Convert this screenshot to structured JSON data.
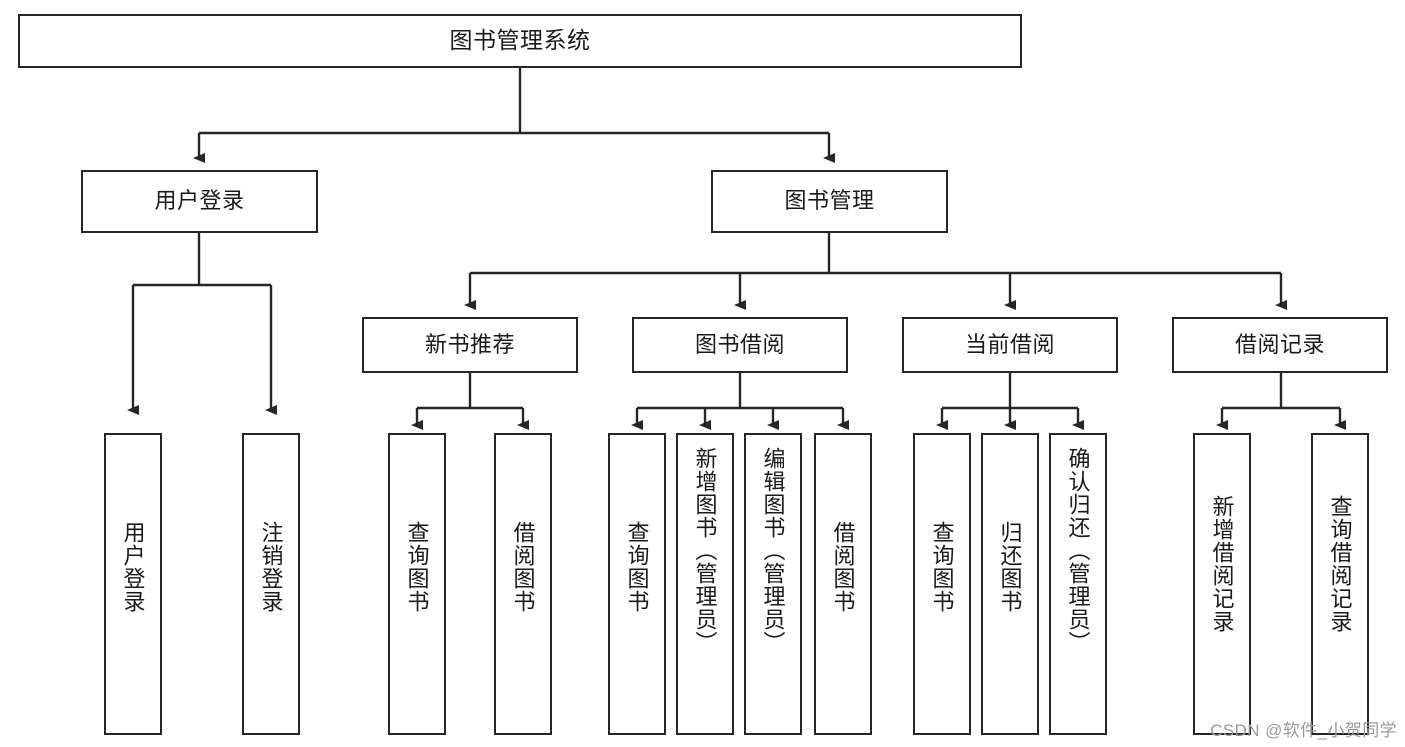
{
  "diagram": {
    "type": "tree-hierarchy",
    "title": "图书管理系统",
    "orientation": "top-down",
    "colors": {
      "box_border": "#262626",
      "box_fill": "#ffffff",
      "connector": "#262626",
      "text": "#1a1a1a",
      "watermark": "#9a9a9a"
    },
    "root": {
      "label": "图书管理系统"
    },
    "level2": [
      {
        "label": "用户登录"
      },
      {
        "label": "图书管理"
      }
    ],
    "level3": [
      {
        "label": "新书推荐"
      },
      {
        "label": "图书借阅"
      },
      {
        "label": "当前借阅"
      },
      {
        "label": "借阅记录"
      }
    ],
    "leaves": {
      "user_login": [
        {
          "label": "用户登录"
        },
        {
          "label": "注销登录"
        }
      ],
      "new_book_recommend": [
        {
          "label": "查询图书"
        },
        {
          "label": "借阅图书"
        }
      ],
      "book_borrow": [
        {
          "label": "查询图书"
        },
        {
          "label": "新增图书（管理员）"
        },
        {
          "label": "编辑图书（管理员）"
        },
        {
          "label": "借阅图书"
        }
      ],
      "current_borrow": [
        {
          "label": "查询图书"
        },
        {
          "label": "归还图书"
        },
        {
          "label": "确认归还（管理员）"
        }
      ],
      "borrow_record": [
        {
          "label": "新增借阅记录"
        },
        {
          "label": "查询借阅记录"
        }
      ]
    }
  },
  "watermark": {
    "text": "CSDN @软件_小贺同学"
  }
}
